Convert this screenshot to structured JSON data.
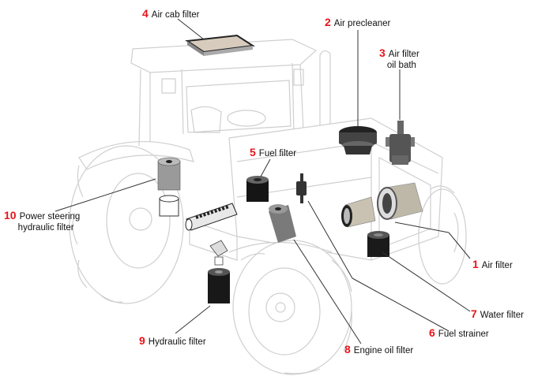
{
  "diagram": {
    "subject": "Tractor filter locations",
    "accent_color": "#e8141b",
    "callouts": [
      {
        "number": "1",
        "label": "Air filter"
      },
      {
        "number": "2",
        "label": "Air precleaner"
      },
      {
        "number": "3",
        "label": "Air filter",
        "label_line2": "oil bath"
      },
      {
        "number": "4",
        "label": "Air cab filter"
      },
      {
        "number": "5",
        "label": "Fuel filter"
      },
      {
        "number": "6",
        "label": "Fuel strainer"
      },
      {
        "number": "7",
        "label": "Water filter"
      },
      {
        "number": "8",
        "label": "Engine oil filter"
      },
      {
        "number": "9",
        "label": "Hydraulic filter"
      },
      {
        "number": "10",
        "label": "Power steering",
        "label_line2": "hydraulic filter"
      }
    ]
  }
}
